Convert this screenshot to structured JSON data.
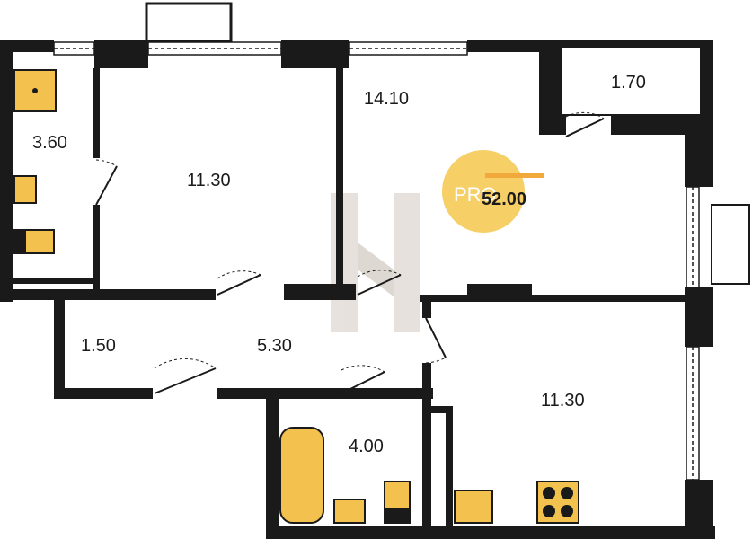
{
  "plan": {
    "total_area": "52.00",
    "badge_text": "PRO",
    "colors": {
      "wall": "#1a1a1a",
      "fixture_fill": "#f2c14e",
      "badge": "#f5c84c",
      "watermark": "#c9beb3"
    },
    "rooms": [
      {
        "id": "wc",
        "area": "3.60"
      },
      {
        "id": "bedroom-left",
        "area": "11.30"
      },
      {
        "id": "living",
        "area": "14.10"
      },
      {
        "id": "balcony-top",
        "area": "1.70"
      },
      {
        "id": "hall-small",
        "area": "1.50"
      },
      {
        "id": "hall",
        "area": "5.30"
      },
      {
        "id": "bathroom",
        "area": "4.00"
      },
      {
        "id": "kitchen",
        "area": "11.30"
      }
    ]
  }
}
